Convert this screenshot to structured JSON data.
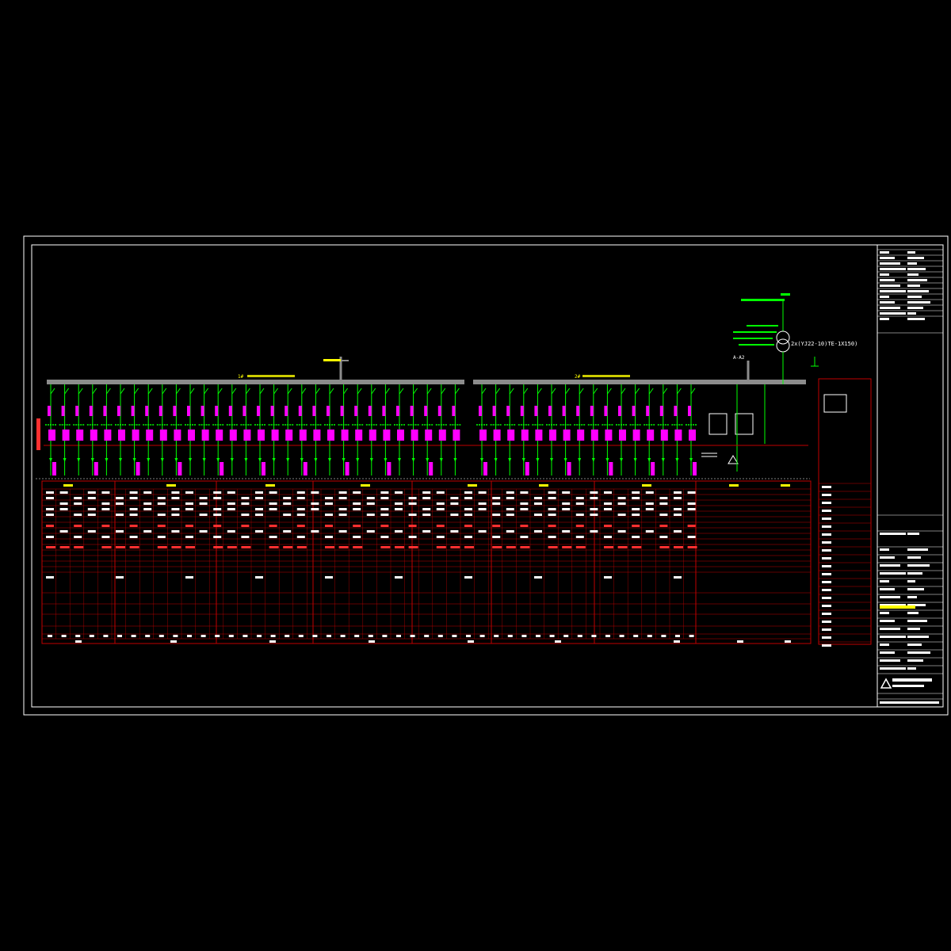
{
  "drawing": {
    "colors": {
      "background": "#000000",
      "frame": "#ffffff",
      "table_grid": "#c00000",
      "busbar": "#8c8c8c",
      "circuit": "#00ff00",
      "breaker_marker": "#ff00ff",
      "text_white": "#ffffff",
      "text_yellow": "#ffff00",
      "text_green": "#00ff00",
      "text_red": "#ff3030"
    },
    "bus1_label": "1#",
    "bus2_label": "2#",
    "transformer_text": "2x(YJ22-10)TE-1X150)",
    "transformer_tag": "A-A2",
    "section_groups": 7
  }
}
